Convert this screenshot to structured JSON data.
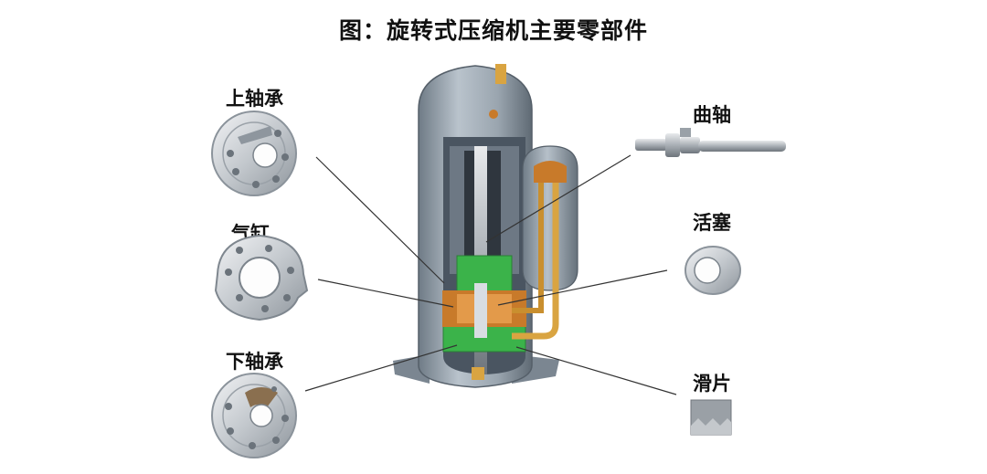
{
  "title": "图：旋转式压缩机主要零部件",
  "parts": {
    "upper_bearing": "上轴承",
    "cylinder": "气缸",
    "lower_bearing": "下轴承",
    "crankshaft": "曲轴",
    "piston": "活塞",
    "vane": "滑片"
  },
  "icons": {
    "compressor": "rotary-compressor-cutaway",
    "upper_bearing": "upper-bearing-disc",
    "cylinder": "cylinder-ring",
    "lower_bearing": "lower-bearing-disc",
    "crankshaft": "crankshaft-rod",
    "piston": "piston-ring",
    "vane": "vane-plate"
  },
  "colors": {
    "shell": "#8e9aa6",
    "copper": "#c87a2a",
    "green": "#3bb34a",
    "pipe": "#d9a441",
    "metal": "#c8ccd0"
  }
}
